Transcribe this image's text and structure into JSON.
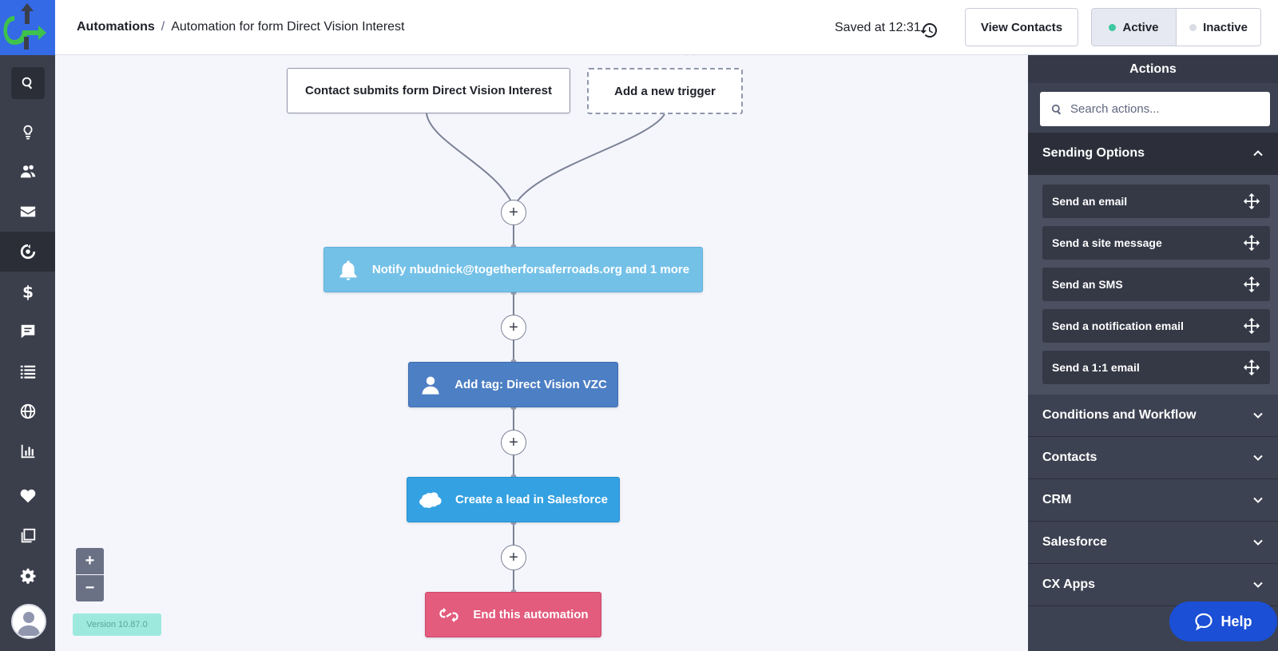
{
  "header": {
    "breadcrumb_root": "Automations",
    "breadcrumb_sep": "/",
    "breadcrumb_current": "Automation for form Direct Vision Interest",
    "saved_text": "Saved at 12:31",
    "view_contacts_label": "View Contacts",
    "status_active_label": "Active",
    "status_inactive_label": "Inactive"
  },
  "canvas": {
    "trigger_label": "Contact submits form Direct Vision Interest",
    "new_trigger_label": "Add a new trigger",
    "steps": [
      {
        "label": "Notify nbudnick@togetherforsaferroads.org and 1 more",
        "icon": "bell-icon",
        "color": "#74c1e8"
      },
      {
        "label": "Add tag: Direct Vision VZC",
        "icon": "user-icon",
        "color": "#4d7fc4"
      },
      {
        "label": "Create a lead in Salesforce",
        "icon": "salesforce-cloud-icon",
        "color": "#34a1e2"
      },
      {
        "label": "End this automation",
        "icon": "end-loop-icon",
        "color": "#e35b7d"
      }
    ],
    "plus_symbol": "+",
    "zoom_in_label": "+",
    "zoom_out_label": "−",
    "version": "Version 10.87.0"
  },
  "panel": {
    "title": "Actions",
    "search_placeholder": "Search actions...",
    "sections": [
      {
        "label": "Sending Options",
        "expanded": true,
        "items": [
          "Send an email",
          "Send a site message",
          "Send an SMS",
          "Send a notification email",
          "Send a 1:1 email"
        ]
      },
      {
        "label": "Conditions and Workflow",
        "expanded": false
      },
      {
        "label": "Contacts",
        "expanded": false
      },
      {
        "label": "CRM",
        "expanded": false
      },
      {
        "label": "Salesforce",
        "expanded": false
      },
      {
        "label": "CX Apps",
        "expanded": false
      }
    ]
  },
  "help_label": "Help",
  "colors": {
    "nav_bg": "#3b3f4c",
    "brand_blue": "#356ae6",
    "active_dot": "#3ec7a0",
    "inactive_dot": "#d9dce5",
    "help_bg": "#1a4fd6"
  },
  "nav_icons": [
    "search-icon",
    "lightbulb-icon",
    "contacts-icon",
    "email-icon",
    "automations-icon",
    "deals-icon",
    "conversations-icon",
    "lists-icon",
    "site-icon",
    "reports-icon",
    "apps-icon",
    "pages-icon",
    "settings-icon"
  ]
}
